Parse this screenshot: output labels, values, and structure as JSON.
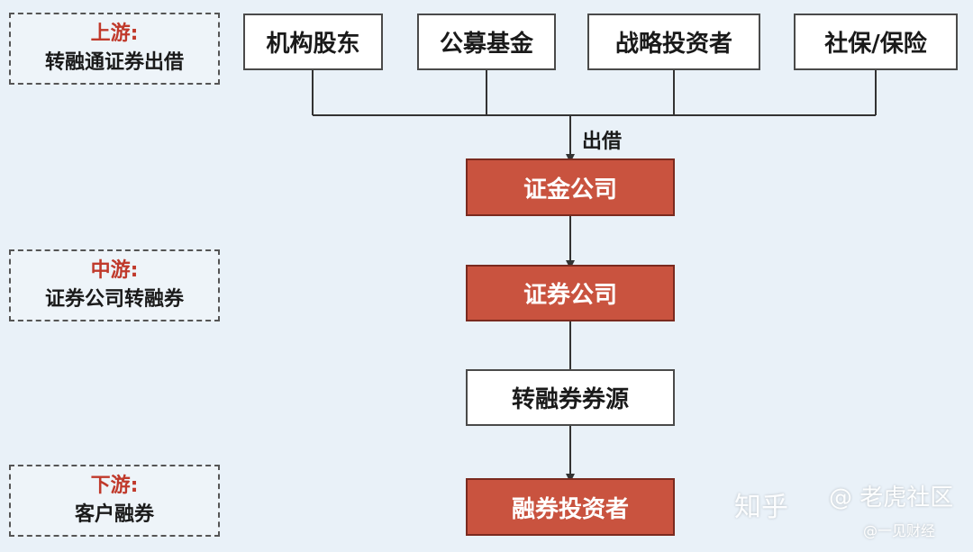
{
  "stages": [
    {
      "title": "上游:",
      "desc": "转融通证券出借"
    },
    {
      "title": "中游:",
      "desc": "证券公司转融券"
    },
    {
      "title": "下游:",
      "desc": "客户融券"
    }
  ],
  "lenders": [
    "机构股东",
    "公募基金",
    "战略投资者",
    "社保/保险"
  ],
  "edge_label": "出借",
  "flow": {
    "csf": "证金公司",
    "broker": "证券公司",
    "source": "转融券券源",
    "investor": "融券投资者"
  },
  "watermarks": {
    "zhihu": "知乎",
    "tiger": "@ 老虎社区",
    "handle": "@一见财经"
  },
  "colors": {
    "accent_red": "#c9533f",
    "label_red": "#c0392b",
    "background": "#e9f1f8"
  }
}
